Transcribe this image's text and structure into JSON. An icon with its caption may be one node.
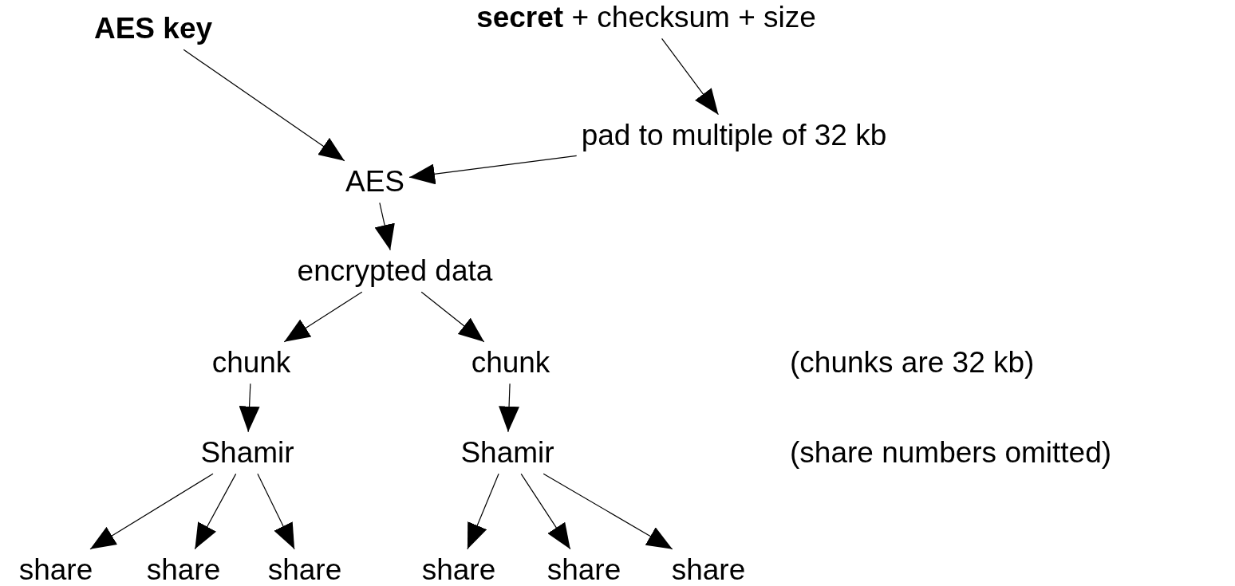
{
  "diagram": {
    "nodes": [
      {
        "text": [
          "AES key"
        ]
      },
      {
        "text": [
          "**secret** + checksum + size"
        ]
      },
      {
        "text": [
          "pad to multiple of 32 kb"
        ]
      },
      {
        "text": [
          "AES"
        ]
      },
      {
        "text": [
          "encrypted data"
        ]
      },
      {
        "text": [
          "chunk"
        ]
      },
      {
        "text": [
          "chunk"
        ]
      },
      {
        "text": [
          "Shamir"
        ]
      },
      {
        "text": [
          "Shamir"
        ]
      },
      {
        "text": [
          "share"
        ]
      },
      {
        "text": [
          "share"
        ]
      },
      {
        "text": [
          "share"
        ]
      },
      {
        "text": [
          "share"
        ]
      },
      {
        "text": [
          "share"
        ]
      },
      {
        "text": [
          "share"
        ]
      }
    ],
    "edges": [
      {
        "from": 0,
        "to": 3,
        "arrow": "to"
      },
      {
        "from": 1,
        "to": 2,
        "arrow": "to"
      },
      {
        "from": 2,
        "to": 3,
        "arrow": "to"
      },
      {
        "from": 3,
        "to": 4,
        "arrow": "to"
      },
      {
        "from": 4,
        "to": 5,
        "arrow": "to"
      },
      {
        "from": 4,
        "to": 6,
        "arrow": "to"
      },
      {
        "from": 5,
        "to": 7,
        "arrow": "to"
      },
      {
        "from": 6,
        "to": 8,
        "arrow": "to"
      },
      {
        "from": 7,
        "to": 9,
        "arrow": "to"
      },
      {
        "from": 7,
        "to": 10,
        "arrow": "to"
      },
      {
        "from": 7,
        "to": 11,
        "arrow": "to"
      },
      {
        "from": 8,
        "to": 12,
        "arrow": "to"
      },
      {
        "from": 8,
        "to": 13,
        "arrow": "to"
      },
      {
        "from": 8,
        "to": 14,
        "arrow": "to"
      }
    ],
    "labels": [
      "(chunks are 32 kb)",
      "(share numbers omitted)"
    ]
  }
}
